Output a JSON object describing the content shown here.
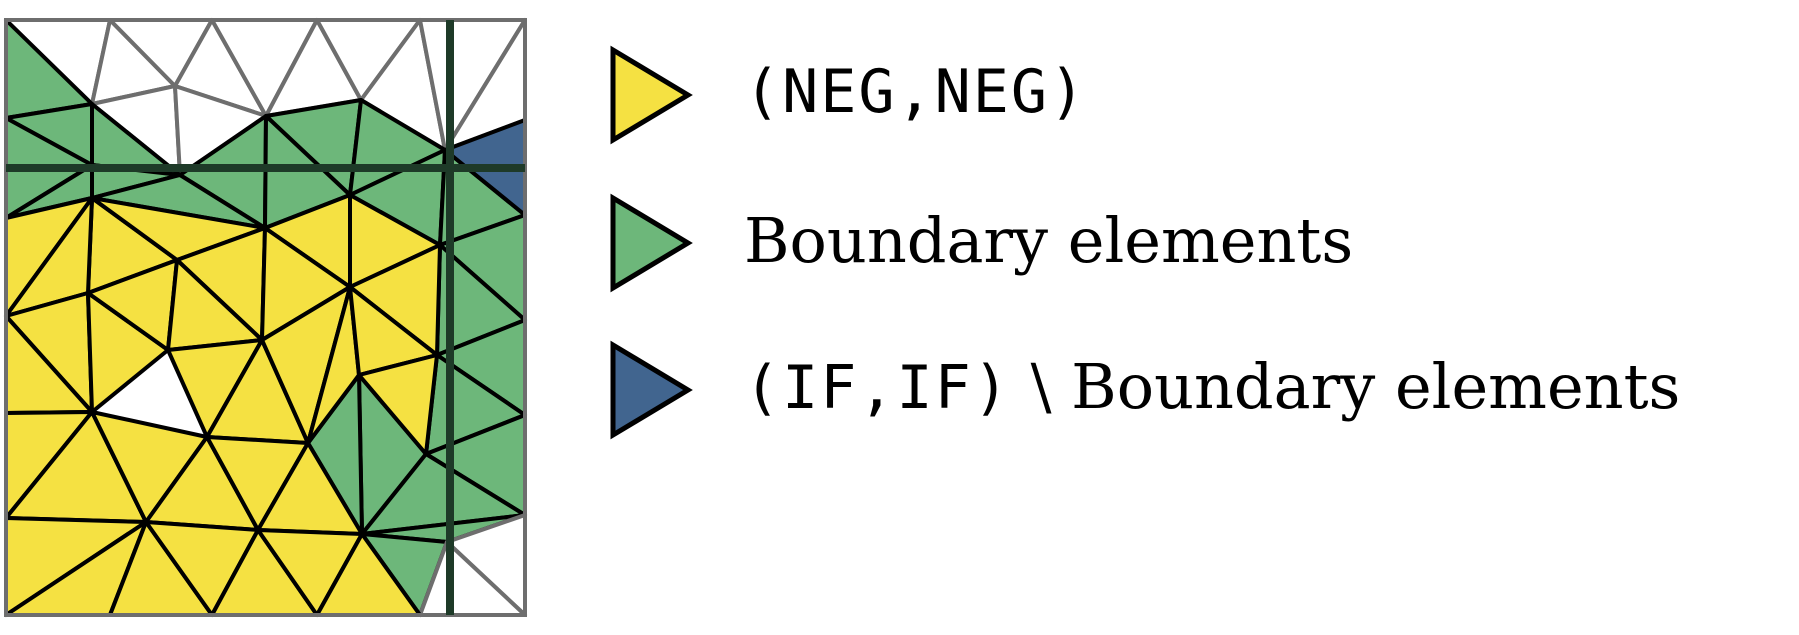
{
  "colors": {
    "neg_neg": "#f5e142",
    "boundary": "#6db77a",
    "if_if_minus_boundary": "#41658f",
    "outside": "#ffffff",
    "interface_line": "#1e3a28",
    "outer_edge": "#6e6e6e",
    "edge": "#000000"
  },
  "legend": [
    {
      "category": "neg_neg",
      "text": "(NEG,NEG)"
    },
    {
      "category": "boundary",
      "text": "Boundary elements"
    },
    {
      "category": "if_if_minus_boundary",
      "text_code": "(IF,IF)",
      "text_rest": " \\ Boundary elements"
    }
  ]
}
